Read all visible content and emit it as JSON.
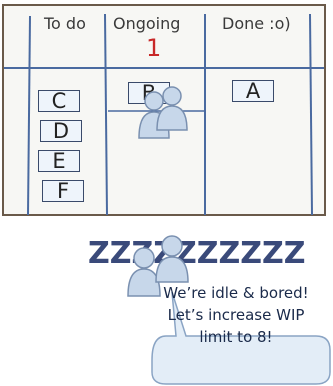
{
  "board": {
    "columns": [
      {
        "label": "To do"
      },
      {
        "label": "Ongoing"
      },
      {
        "label": "Done :o)"
      }
    ],
    "wip_count": "1",
    "cards": {
      "todo": [
        "C",
        "D",
        "E",
        "F"
      ],
      "ongoing": [
        "B"
      ],
      "done": [
        "A"
      ]
    }
  },
  "snore_text": "ZZZZZZZZZZ",
  "speech_bubble": {
    "lines": [
      "We’re idle & bored!",
      "Let’s increase WIP",
      "limit to 8!"
    ]
  },
  "colors": {
    "wip_number": "#c82828",
    "person_fill": "#c7d7ea",
    "bubble_fill": "#e3edf7"
  }
}
